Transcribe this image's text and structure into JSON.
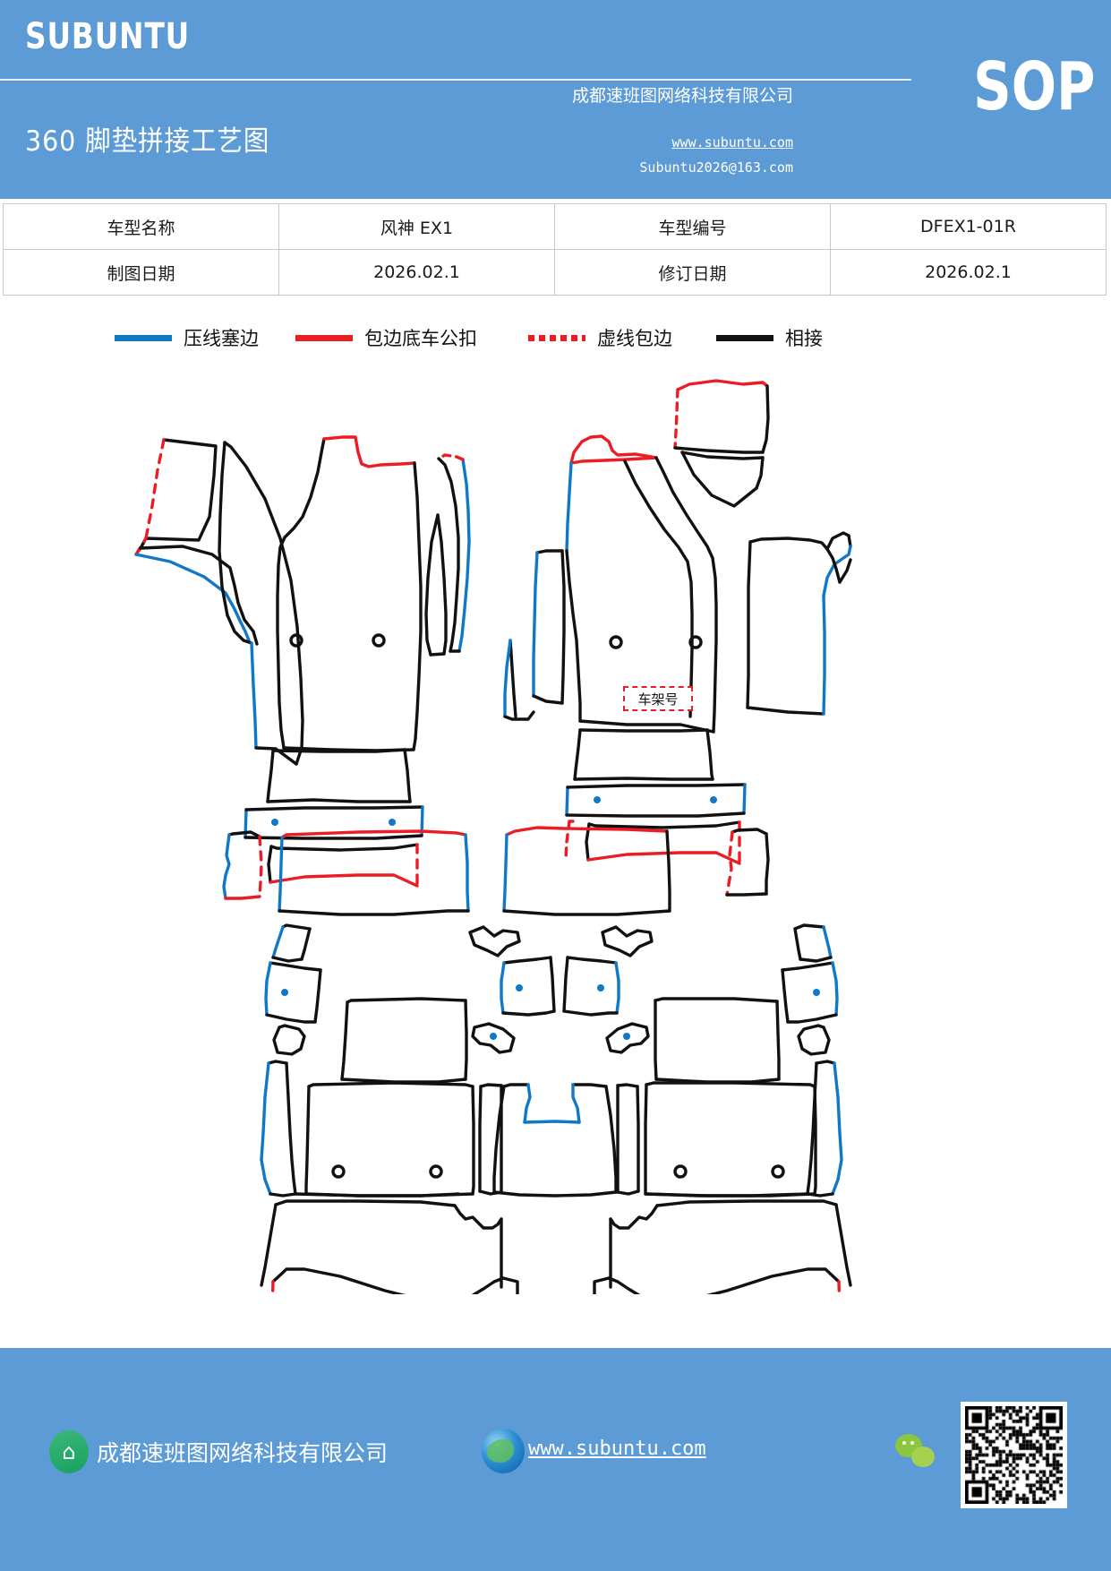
{
  "header": {
    "brand": "SUBUNTU",
    "doc_title": "360 脚垫拼接工艺图",
    "sop": "SOP",
    "company": "成都速班图网络科技有限公司",
    "website": "www.subuntu.com",
    "email": "Subuntu2026@163.com",
    "accent_color": "#5c9bd5"
  },
  "info_table": {
    "rows": [
      {
        "label1": "车型名称",
        "value1": "风神 EX1",
        "label2": "车型编号",
        "value2": "DFEX1-01R"
      },
      {
        "label1": "制图日期",
        "value1": "2026.02.1",
        "label2": "修订日期",
        "value2": "2026.02.1"
      }
    ]
  },
  "legend": {
    "items": [
      {
        "label": "压线塞边",
        "style": "solid",
        "color": "#1178c8"
      },
      {
        "label": "包边底车公扣",
        "style": "solid",
        "color": "#ec1c24"
      },
      {
        "label": "虚线包边",
        "style": "dotted",
        "color": "#ec1c24"
      },
      {
        "label": "相接",
        "style": "solid",
        "color": "#111111"
      }
    ]
  },
  "drawing": {
    "annotations": [
      {
        "name": "vin-label",
        "text": "车架号"
      }
    ],
    "groups": [
      "front-left-set",
      "front-right-set",
      "rear-set"
    ]
  },
  "footer": {
    "company": "成都速班图网络科技有限公司",
    "website": "www.subuntu.com",
    "logo_glyph": "⌂",
    "accent_color": "#5c9bd5"
  }
}
